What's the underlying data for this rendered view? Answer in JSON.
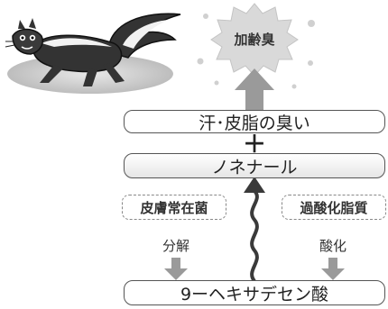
{
  "nodes": {
    "odor_label": "加齢臭",
    "sweat_sebum": "汗･皮脂の臭い",
    "plus": "＋",
    "nonenal": "ノネナール",
    "skin_bacteria": "皮膚常在菌",
    "lipid_peroxide": "過酸化脂質",
    "decompose": "分解",
    "oxidize": "酸化",
    "hexadecenoic": "9ーヘキサデセン酸"
  },
  "colors": {
    "arrow": "#9a9a9a",
    "wavy": "#3a3a3a",
    "burst": "#d9d9d9"
  }
}
